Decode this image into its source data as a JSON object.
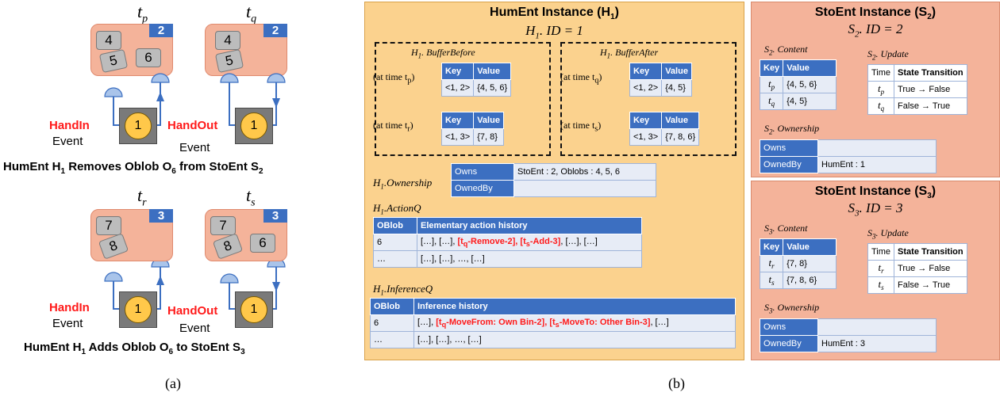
{
  "panel_a": {
    "top": {
      "times": [
        "t",
        "p",
        "t",
        "q"
      ],
      "bin_number": "2",
      "bin1_oblobs": [
        "4",
        "5",
        "6"
      ],
      "bin2_oblobs": [
        "4",
        "5"
      ],
      "device": "1",
      "handin": "HandIn",
      "handout": "HandOut",
      "event": "Event",
      "caption": [
        "HumEnt H",
        "1",
        " Removes Oblob O",
        "6",
        " from StoEnt S",
        "2"
      ]
    },
    "bottom": {
      "times": [
        "t",
        "r",
        "t",
        "s"
      ],
      "bin_number": "3",
      "bin1_oblobs": [
        "7",
        "8"
      ],
      "bin2_oblobs": [
        "7",
        "8",
        "6"
      ],
      "device": "1",
      "handin": "HandIn",
      "handout": "HandOut",
      "event": "Event",
      "caption": [
        "HumEnt H",
        "1",
        " Adds Oblob O",
        "6",
        " to StoEnt S",
        "3"
      ]
    },
    "label": "(a)"
  },
  "humEnt": {
    "title": "HumEnt Instance (H",
    "title_sub": "1",
    "id": [
      "H",
      "1",
      ". ID = 1"
    ],
    "buffer_before": {
      "label": [
        "H",
        "1",
        ". BufferBefore"
      ],
      "rows": [
        {
          "at": "(at time t",
          "at_sub": "p",
          "key": "<1, 2>",
          "value": "{4, 5, 6}"
        },
        {
          "at": "(at time t",
          "at_sub": "r",
          "key": "<1, 3>",
          "value": "{7, 8}"
        }
      ]
    },
    "buffer_after": {
      "label": [
        "H",
        "1",
        ". BufferAfter"
      ],
      "rows": [
        {
          "at": "(at time t",
          "at_sub": "q",
          "key": "<1, 2>",
          "value": "{4, 5}"
        },
        {
          "at": "(at time t",
          "at_sub": "s",
          "key": "<1, 3>",
          "value": "{7, 8, 6}"
        }
      ]
    },
    "col_key": "Key",
    "col_value": "Value",
    "ownership": {
      "label": [
        "H",
        "1",
        ".Ownership"
      ],
      "owns_label": "Owns",
      "owns_value": "StoEnt : 2, Oblobs : 4, 5, 6",
      "ownedby_label": "OwnedBy",
      "ownedby_value": ""
    },
    "actionq": {
      "label": [
        "H",
        "1",
        ".ActionQ"
      ],
      "col1": "OBlob",
      "col2": "Elementary action history",
      "row1": {
        "oblob": "6",
        "pre": "[…], […], ",
        "r1": "[t",
        "r1s": "q",
        "r1e": "-Remove-2], ",
        "r2": "[t",
        "r2s": "s",
        "r2e": "-Add-3]",
        "post": ", […], […]"
      },
      "row2": {
        "oblob": "…",
        "text": "[…], […], …, […]"
      }
    },
    "inferenceq": {
      "label": [
        "H",
        "1",
        ".InferenceQ"
      ],
      "col1": "OBlob",
      "col2": "Inference history",
      "row1": {
        "oblob": "6",
        "pre": "[…], ",
        "r1": "[t",
        "r1s": "q",
        "r1e": "-MoveFrom: Own Bin-2], ",
        "r2": "[t",
        "r2s": "s",
        "r2e": "-MoveTo: Other Bin-3]",
        "post": ", […]"
      },
      "row2": {
        "oblob": "…",
        "text": "[…], […], …, […]"
      }
    }
  },
  "stoEnt2": {
    "title": "StoEnt Instance (S",
    "title_sub": "2",
    "id": [
      "S",
      "2",
      ". ID = 2"
    ],
    "content_label": [
      "S",
      "2",
      ". Content"
    ],
    "update_label": [
      "S",
      "2",
      ". Update"
    ],
    "col_key": "Key",
    "col_value": "Value",
    "content": [
      {
        "t": "t",
        "ts": "p",
        "value": "{4, 5, 6}"
      },
      {
        "t": "t",
        "ts": "q",
        "value": "{4, 5}"
      }
    ],
    "col_time": "Time",
    "col_state": "State Transition",
    "update": [
      {
        "t": "t",
        "ts": "p",
        "value": "True → False"
      },
      {
        "t": "t",
        "ts": "q",
        "value": "False → True"
      }
    ],
    "ownership_label": [
      "S",
      "2",
      ". Ownership"
    ],
    "owns_label": "Owns",
    "owns_value": "",
    "ownedby_label": "OwnedBy",
    "ownedby_value": "HumEnt : 1"
  },
  "stoEnt3": {
    "title": "StoEnt Instance (S",
    "title_sub": "3",
    "id": [
      "S",
      "3",
      ". ID = 3"
    ],
    "content_label": [
      "S",
      "3",
      ". Content"
    ],
    "update_label": [
      "S",
      "3",
      ". Update"
    ],
    "col_key": "Key",
    "col_value": "Value",
    "content": [
      {
        "t": "t",
        "ts": "r",
        "value": "{7, 8}"
      },
      {
        "t": "t",
        "ts": "s",
        "value": "{7, 8, 6}"
      }
    ],
    "col_time": "Time",
    "col_state": "State Transition",
    "update": [
      {
        "t": "t",
        "ts": "r",
        "value": "True → False"
      },
      {
        "t": "t",
        "ts": "s",
        "value": "False → True"
      }
    ],
    "ownership_label": [
      "S",
      "3",
      ". Ownership"
    ],
    "owns_label": "Owns",
    "owns_value": "",
    "ownedby_label": "OwnedBy",
    "ownedby_value": "HumEnt : 3"
  },
  "label_b": "(b)",
  "colors": {
    "bin": "#f4b39a",
    "blue": "#3c6fc1",
    "panel": "#fbd28e",
    "red": "#ff1a1a",
    "coin": "#ffc84a"
  }
}
